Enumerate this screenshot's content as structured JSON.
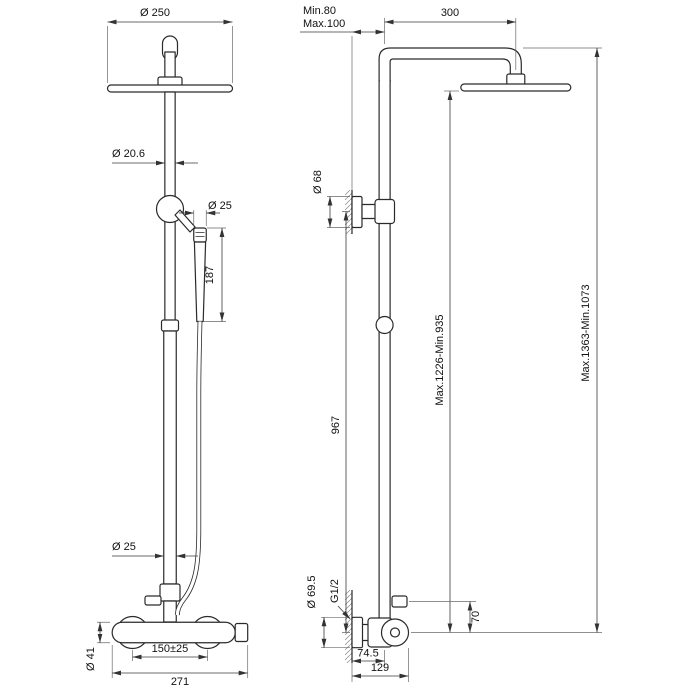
{
  "drawing": {
    "front": {
      "head_diameter": "Ø 250",
      "riser_diameter": "Ø 20.6",
      "handshower_diameter": "Ø 25",
      "handshower_length": "187",
      "lower_riser_diameter": "Ø 25",
      "mixer_diameter": "Ø 41",
      "inlet_centers": "150±25",
      "mixer_width": "271"
    },
    "side": {
      "wall_distance_min": "Min.80",
      "wall_distance_max": "Max.100",
      "arm_reach": "300",
      "bracket_diameter": "Ø 68",
      "bracket_to_mixer_height": "967",
      "head_height": "Max.1226-Min.935",
      "column_height": "Max.1363-Min.1073",
      "escutcheon_diameter": "Ø 69.5",
      "connection_thread": "G1/2",
      "outlet_offset": "70",
      "wall_to_axis": "74.5",
      "wall_to_handle_front": "129"
    }
  }
}
